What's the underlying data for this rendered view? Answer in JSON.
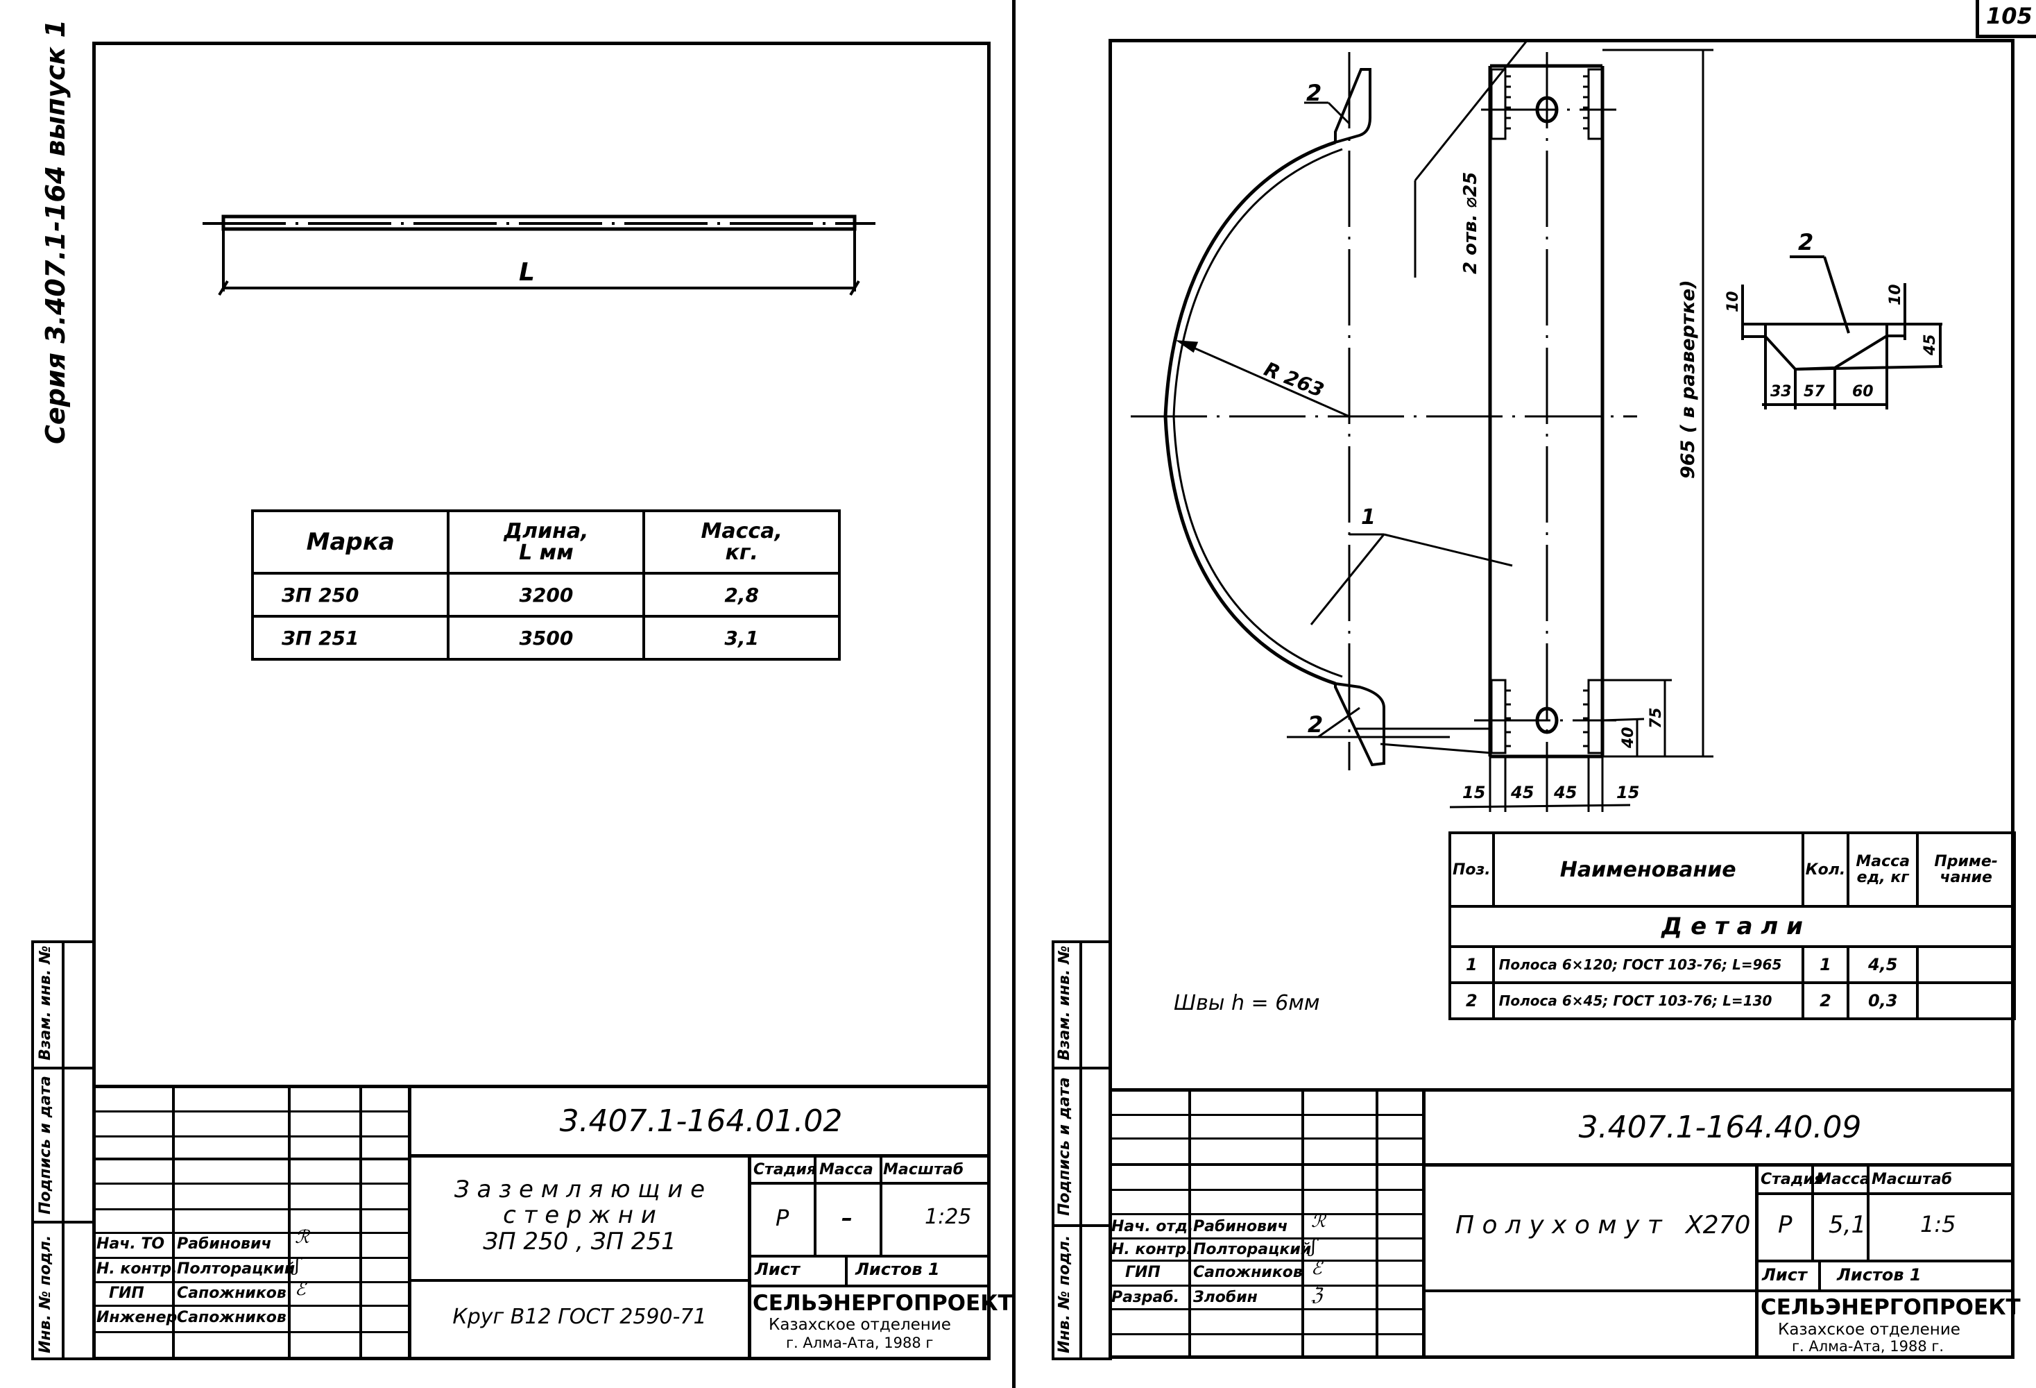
{
  "page_number": "105",
  "left_sheet": {
    "series_label": "Серия  3.407.1-164 выпуск 1",
    "margin_labels": [
      "Взам. инв. №",
      "Подпись и дата",
      "Инв. № подл."
    ],
    "rod_drawing": {
      "dimension_label": "L"
    },
    "table": {
      "headers": [
        "Марка",
        "Длина,\nL мм",
        "Масса,\nкг."
      ],
      "rows": [
        [
          "ЗП 250",
          "3200",
          "2,8"
        ],
        [
          "ЗП 251",
          "3500",
          "3,1"
        ]
      ]
    },
    "title_block": {
      "document_code": "3.407.1-164.01.02",
      "title_lines": [
        "З а з е м л я ю щ и е",
        "с т е р ж н и",
        "ЗП 250 ,  ЗП 251"
      ],
      "material": "Круг  В12   ГОСТ 2590-71",
      "stage_label": "Стадия",
      "mass_label": "Масса",
      "scale_label": "Масштаб",
      "stage": "Р",
      "mass": "–",
      "scale": "1:25",
      "sheet_label": "Лист",
      "sheets_label": "Листов 1",
      "org_name": "СЕЛЬЭНЕРГОПРОЕКТ",
      "org_division": "Казахское отделение",
      "org_city_year": "г. Алма-Ата, 1988 г",
      "signers": [
        {
          "role": "Нач. ТО",
          "name": "Рабинович"
        },
        {
          "role": "Н. контр.",
          "name": "Полторацкий"
        },
        {
          "role": "ГИП",
          "name": "Сапожников"
        },
        {
          "role": "Инженер",
          "name": "Сапожников"
        }
      ]
    }
  },
  "right_sheet": {
    "margin_labels": [
      "Взам. инв. №",
      "Подпись и дата",
      "Инв. № подл."
    ],
    "drawing": {
      "radius_label": "R 263",
      "hole_label": "2 отв. ⌀25",
      "length_label": "965 ( в развертке)",
      "callouts": [
        "1",
        "2",
        "2",
        "2"
      ],
      "gusset_dims": {
        "top_left": "10",
        "top_right": "10",
        "height": "45",
        "bottom": [
          "33",
          "57",
          "60"
        ]
      },
      "bottom_dims": [
        "15",
        "45",
        "45",
        "15"
      ],
      "side_dims": [
        "40",
        "75"
      ],
      "weld_note": "Швы  h = 6мм"
    },
    "spec_table": {
      "headers": [
        "Поз.",
        "Наименование",
        "Кол.",
        "Масса\nед, кг",
        "Приме-\nчание"
      ],
      "section": "Д е т а л и",
      "rows": [
        [
          "1",
          "Полоса 6×120; ГОСТ 103-76; L=965",
          "1",
          "4,5",
          ""
        ],
        [
          "2",
          "Полоса 6×45; ГОСТ 103-76; L=130",
          "2",
          "0,3",
          ""
        ]
      ]
    },
    "title_block": {
      "document_code": "3.407.1-164.40.09",
      "title": "П о л у х о м у т   Х270",
      "stage_label": "Стадия",
      "mass_label": "Масса",
      "scale_label": "Масштаб",
      "stage": "Р",
      "mass": "5,1",
      "scale": "1:5",
      "sheet_label": "Лист",
      "sheets_label": "Листов 1",
      "org_name": "СЕЛЬЭНЕРГОПРОЕКТ",
      "org_division": "Казахское отделение",
      "org_city_year": "г. Алма-Ата, 1988 г.",
      "signers": [
        {
          "role": "Нач. отд.",
          "name": "Рабинович"
        },
        {
          "role": "Н. контр.",
          "name": "Полторацкий"
        },
        {
          "role": "ГИП",
          "name": "Сапожников"
        },
        {
          "role": "Разраб.",
          "name": "Злобин"
        }
      ]
    }
  }
}
